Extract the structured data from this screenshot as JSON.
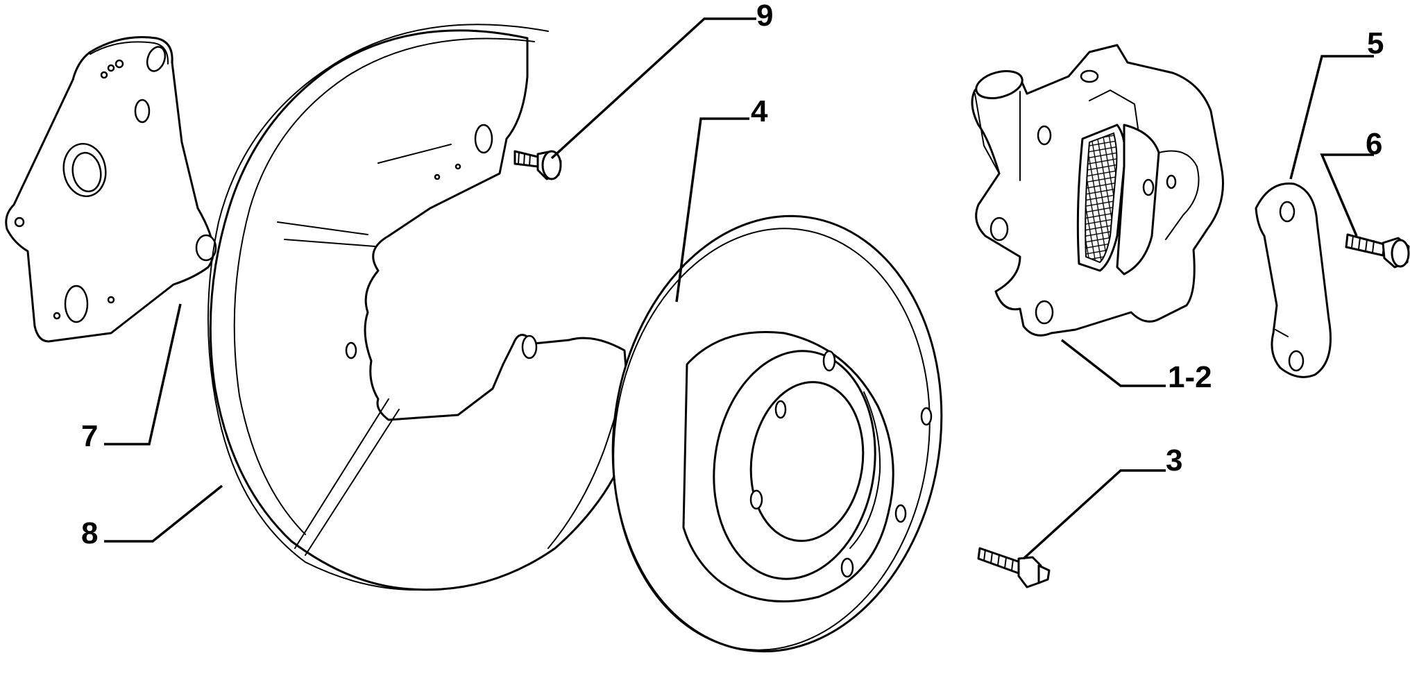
{
  "diagram": {
    "callouts": [
      {
        "id": "9",
        "label": "9"
      },
      {
        "id": "4",
        "label": "4"
      },
      {
        "id": "5",
        "label": "5"
      },
      {
        "id": "6",
        "label": "6"
      },
      {
        "id": "7",
        "label": "7"
      },
      {
        "id": "8",
        "label": "8"
      },
      {
        "id": "1-2",
        "label": "1-2"
      },
      {
        "id": "3",
        "label": "3"
      }
    ]
  }
}
